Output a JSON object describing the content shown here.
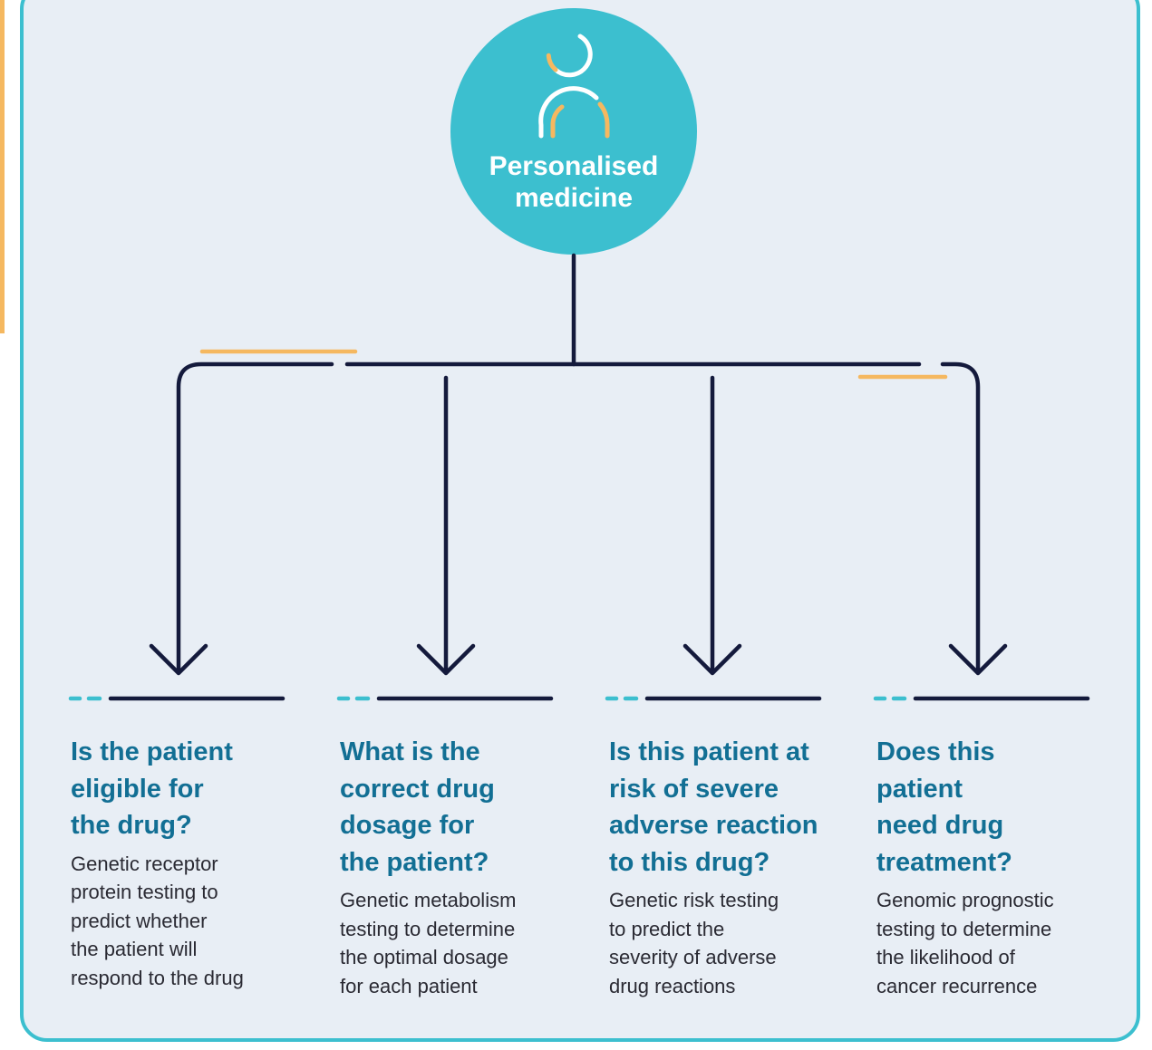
{
  "center": {
    "title": "Personalised\nmedicine",
    "icon": "person-icon"
  },
  "colors": {
    "teal": "#3cbfcf",
    "navy": "#141a3c",
    "orange": "#f5b860",
    "heading": "#126f94",
    "panel": "#e8eef5"
  },
  "branches": [
    {
      "question": "Is the patient\neligible for\nthe drug?",
      "description": "Genetic receptor\nprotein testing to\npredict whether\nthe patient will\nrespond to the drug"
    },
    {
      "question": "What is the\ncorrect drug\ndosage for\nthe patient?",
      "description": "Genetic metabolism\ntesting to determine\nthe optimal dosage\nfor each patient"
    },
    {
      "question": "Is this patient at\nrisk of severe\nadverse reaction\nto this drug?",
      "description": "Genetic risk testing\nto predict the\nseverity of adverse\ndrug reactions"
    },
    {
      "question": "Does this\npatient\nneed drug\ntreatment?",
      "description": "Genomic prognostic\ntesting to determine\nthe likelihood of\ncancer recurrence"
    }
  ]
}
